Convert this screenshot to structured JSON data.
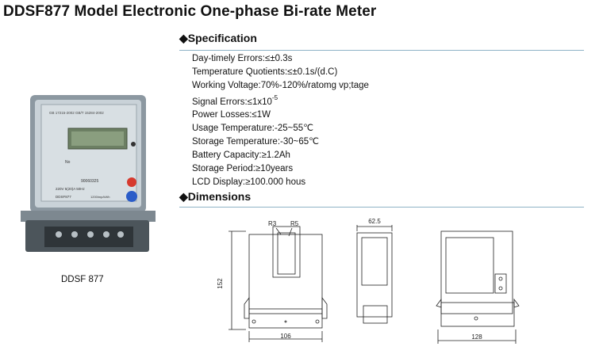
{
  "title": "DDSF877 Model Electronic One-phase Bi-rate Meter",
  "specification": {
    "bullet": "◆",
    "heading": "Specification",
    "items": [
      {
        "text": "Day-timely Errors:≤±0.3s"
      },
      {
        "text": "Temperature Quotients:≤±0.1s/(d.C)"
      },
      {
        "text": "Working Voltage:70%-120%/ratomg vp;tage"
      },
      {
        "text": "Signal Errors:≤1x10",
        "sup": "-5"
      },
      {
        "text": "Power Losses:≤1W"
      },
      {
        "text": "Usage Temperature:-25~55℃"
      },
      {
        "text": "Storage Temperature:-30~65℃"
      },
      {
        "text": "Battery Capacity:≥1.2Ah"
      },
      {
        "text": "Storage Period:≥10years"
      },
      {
        "text": "LCD Display:≥100.000 hous"
      }
    ]
  },
  "dimensions": {
    "bullet": "◆",
    "heading": "Dimensions",
    "labels": {
      "r3": "R3",
      "r5": "R5",
      "height": "152",
      "width_front": "106",
      "depth": "62.5",
      "width_back": "128"
    }
  },
  "product": {
    "caption": "DDSF 877",
    "face_line1": "GB 17215-2002   GB/T 15284-2002",
    "face_model": "DDSF877",
    "face_code": "90060325",
    "face_rating": "220V   5(20)A   50Hz",
    "face_const": "1200imp/kWh",
    "face_no": "No"
  }
}
